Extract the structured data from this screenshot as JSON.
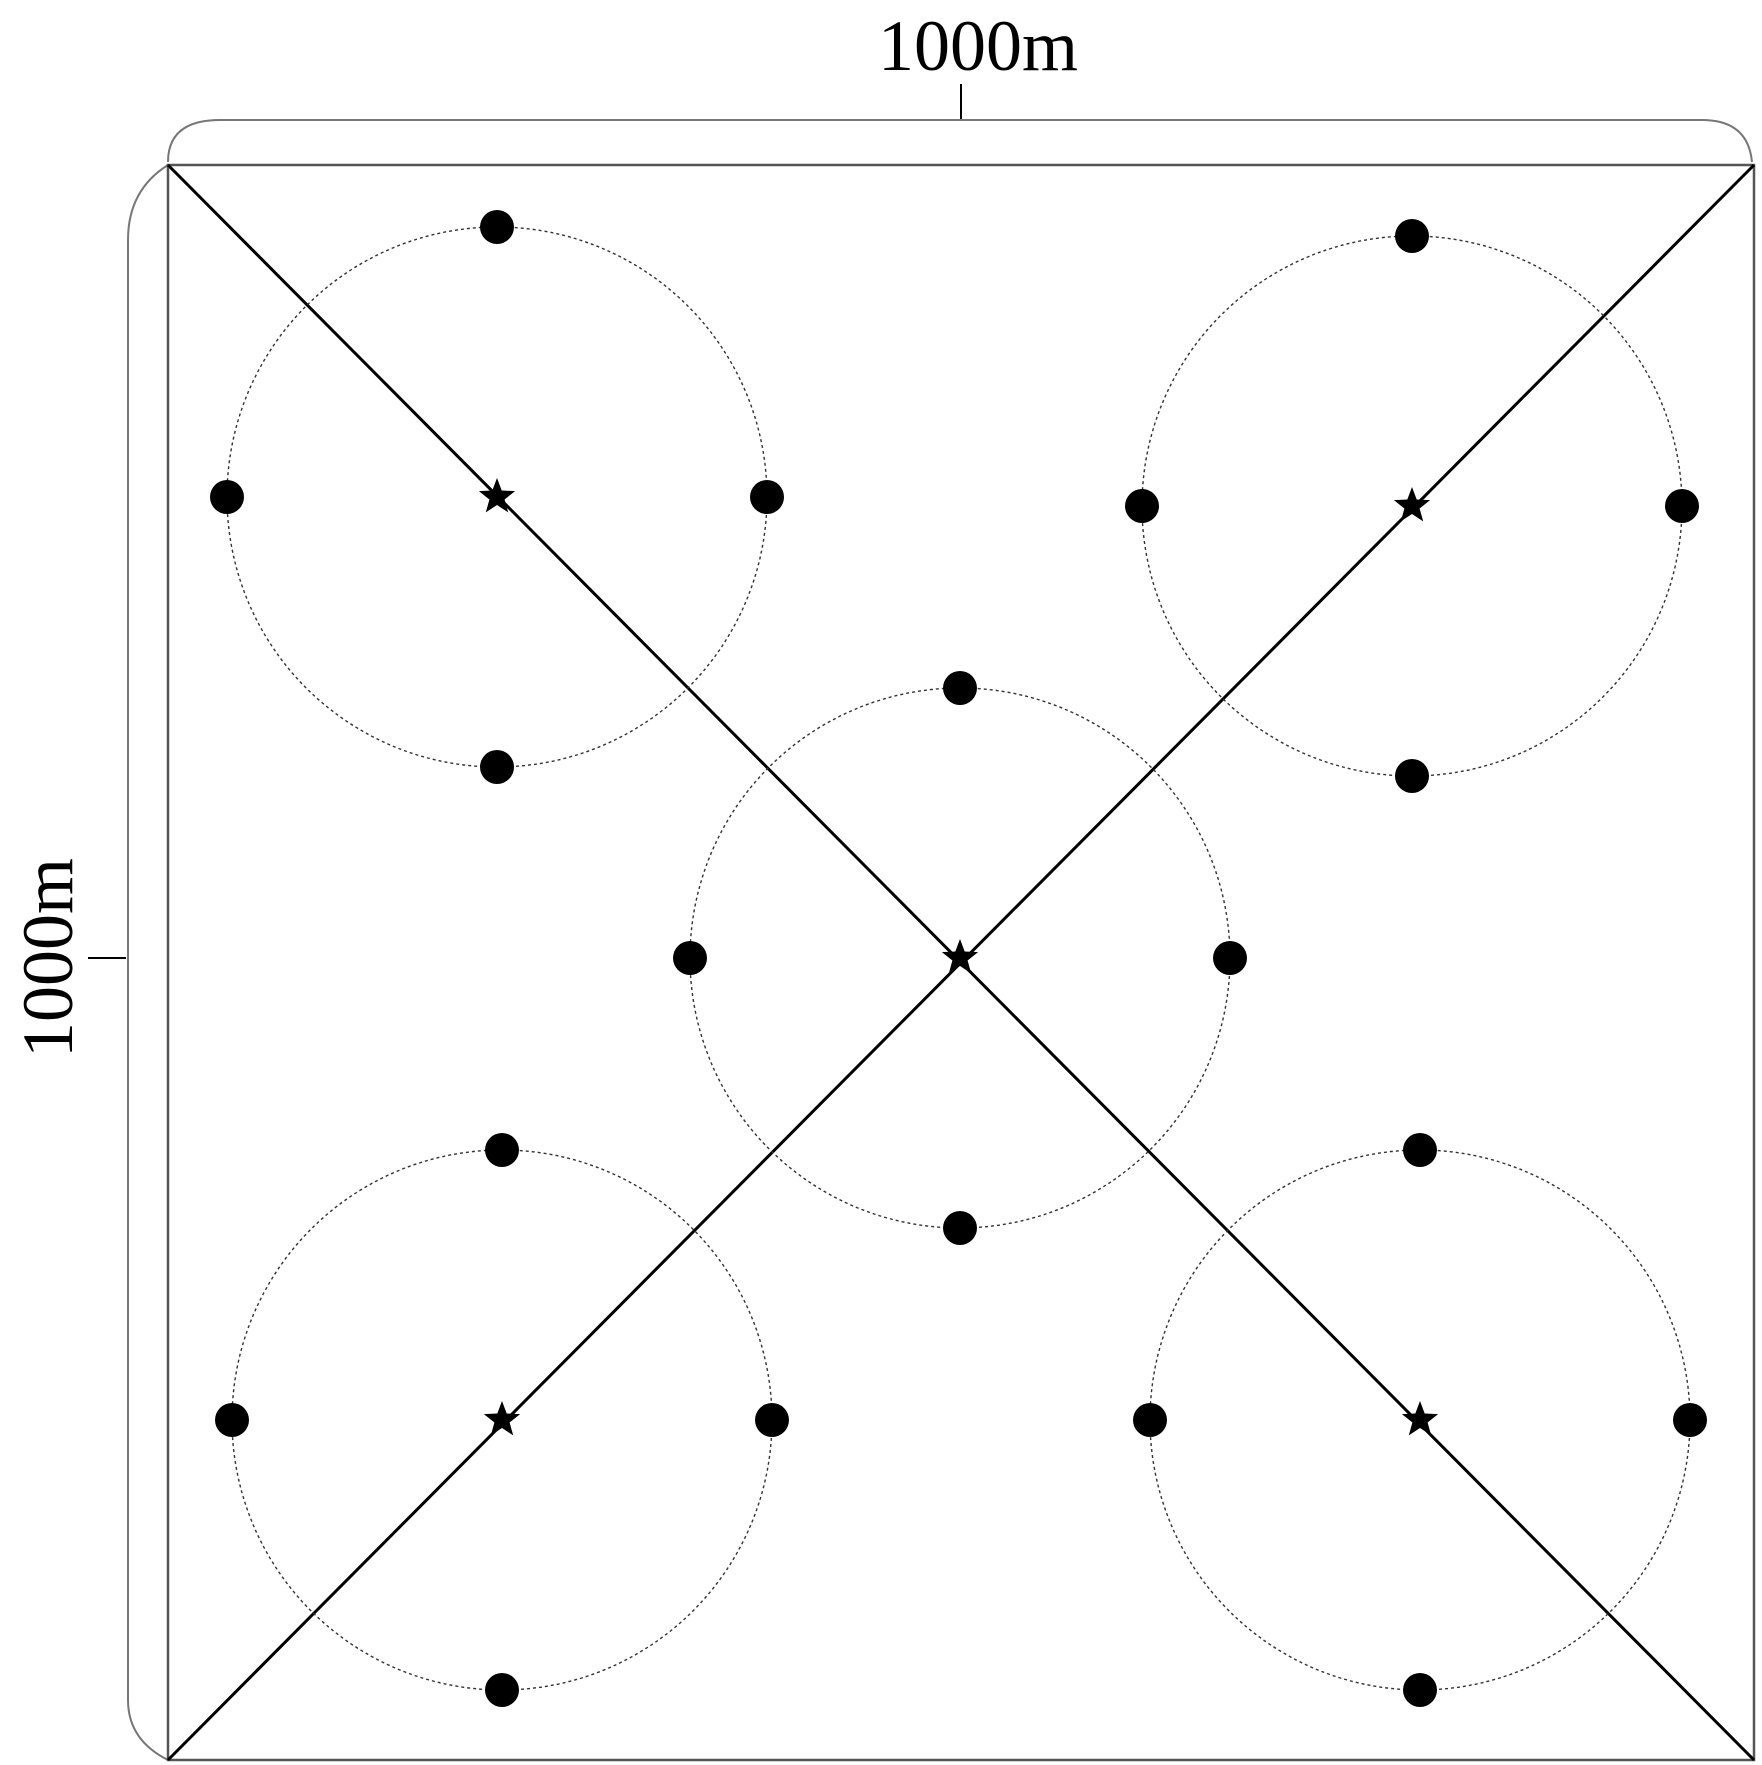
{
  "labels": {
    "width": "1000m",
    "height": "1000m"
  },
  "colors": {
    "line": "#000000",
    "border": "#555555",
    "bracket": "#777777"
  },
  "clusters": [
    {
      "name": "top-left"
    },
    {
      "name": "top-right"
    },
    {
      "name": "center"
    },
    {
      "name": "bottom-left"
    },
    {
      "name": "bottom-right"
    }
  ],
  "icons": {
    "cluster_head": "star-icon",
    "member_node": "filled-circle-icon"
  }
}
